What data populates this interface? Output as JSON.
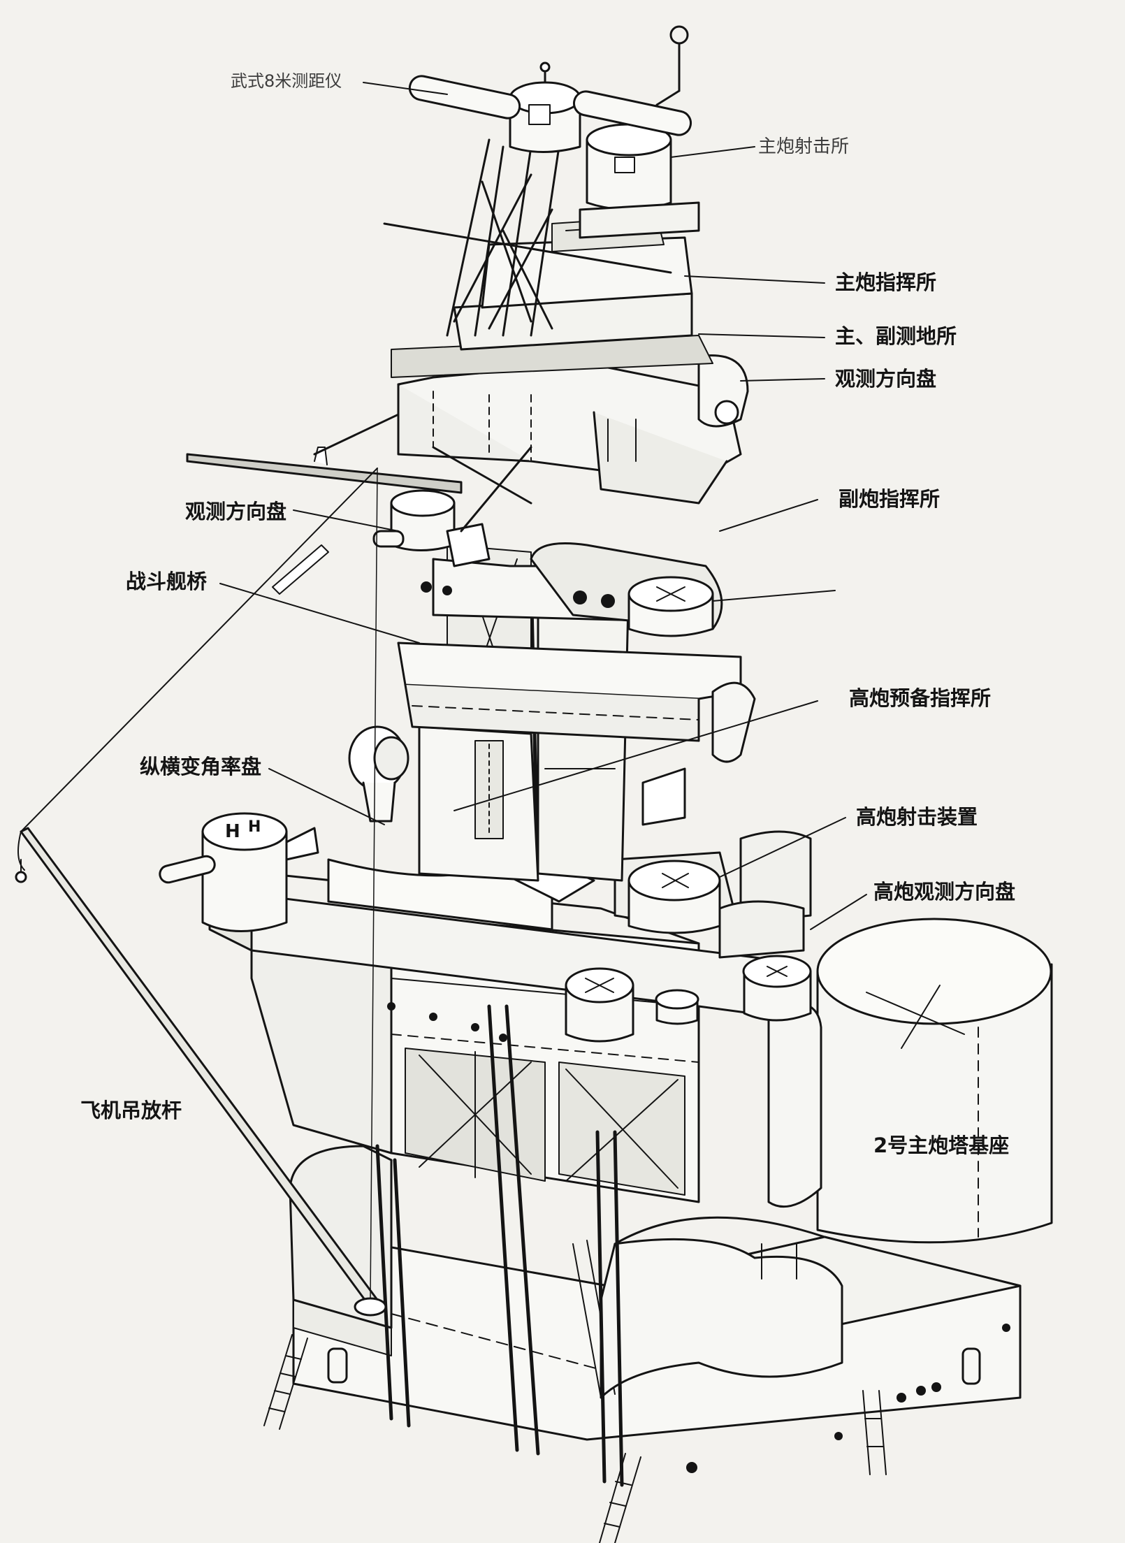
{
  "image": {
    "background": "#f3f2ee",
    "ink": "#141414"
  },
  "labels": {
    "rangefinder": "武式8米测距仪",
    "main_gun_firing_station": "主炮射击所",
    "main_gun_director": "主炮指挥所",
    "main_secondary_rangefinding_station": "主、副测地所",
    "observation_director_right": "观测方向盘",
    "secondary_gun_director": "副炮指挥所",
    "observation_director_left": "观测方向盘",
    "combat_bridge": "战斗舰桥",
    "aa_reserve_director": "高炮预备指挥所",
    "elevation_traverse_disc": "纵横变角率盘",
    "aa_fire_control": "高炮射击装置",
    "aa_observation_director": "高炮观测方向盘",
    "aircraft_crane": "飞机吊放杆",
    "turret_2_barbette": "2号主炮塔基座"
  }
}
